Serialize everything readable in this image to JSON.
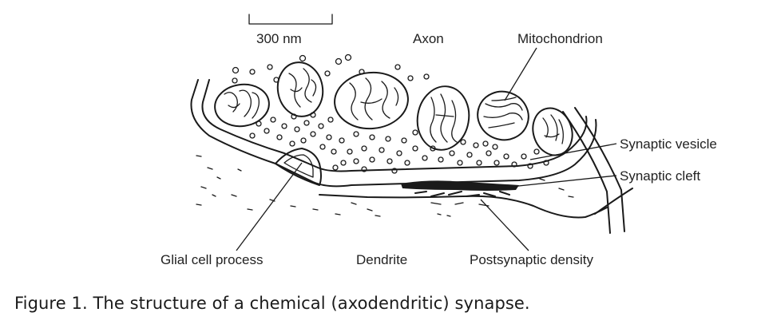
{
  "scale_bar": {
    "label": "300 nm"
  },
  "labels": {
    "axon": "Axon",
    "mitochondrion": "Mitochondrion",
    "synaptic_vesicle": "Synaptic vesicle",
    "synaptic_cleft": "Synaptic cleft",
    "glial_cell_process": "Glial cell process",
    "dendrite": "Dendrite",
    "postsynaptic_density": "Postsynaptic density"
  },
  "caption": "Figure 1.  The structure of a chemical (axodendritic) synapse."
}
